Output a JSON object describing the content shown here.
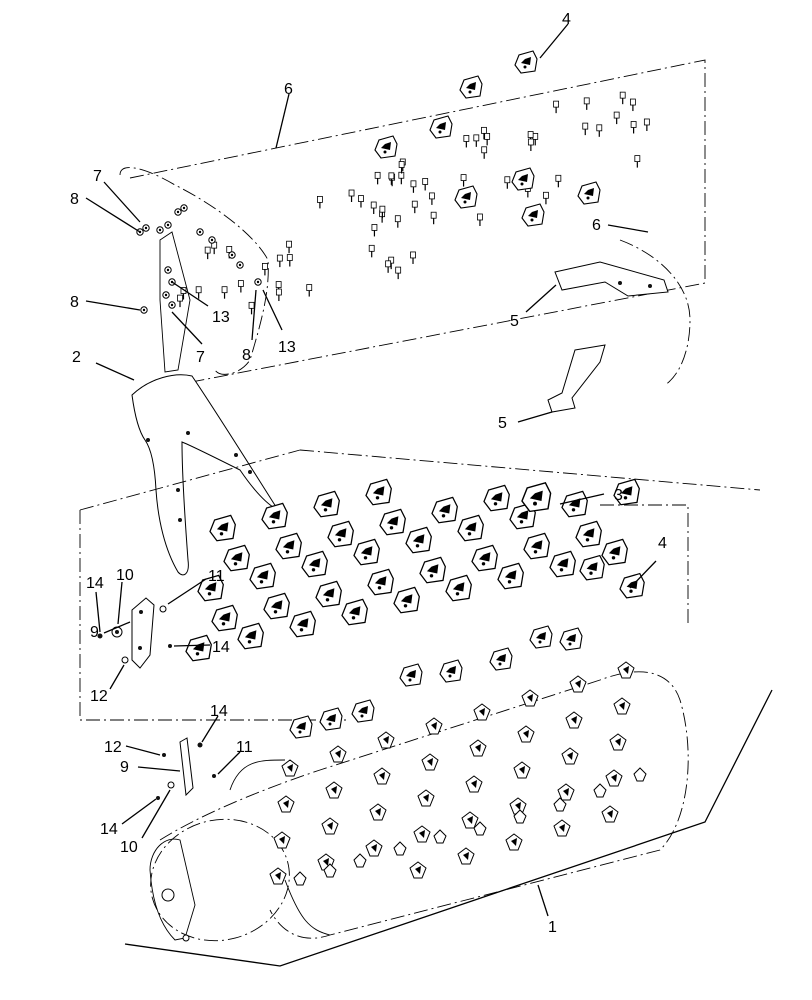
{
  "callouts": {
    "c1": "1",
    "c2": "2",
    "c3": "3",
    "c4a": "4",
    "c4b": "4",
    "c5a": "5",
    "c5b": "5",
    "c6a": "6",
    "c6b": "6",
    "c7a": "7",
    "c7b": "7",
    "c8a": "8",
    "c8b": "8",
    "c8c": "8",
    "c9a": "9",
    "c9b": "9",
    "c10a": "10",
    "c10b": "10",
    "c11a": "11",
    "c11b": "11",
    "c12a": "12",
    "c12b": "12",
    "c13a": "13",
    "c13b": "13",
    "c14a": "14",
    "c14b": "14",
    "c14c": "14",
    "c14d": "14"
  }
}
